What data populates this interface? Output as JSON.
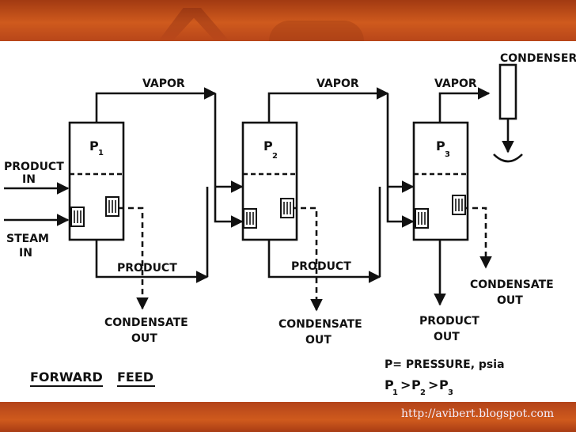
{
  "diagram": {
    "labels": {
      "vapor": "VAPOR",
      "condenser": "CONDENSER",
      "product_in_1": "PRODUCT",
      "product_in_2": "IN",
      "steam_in_1": "STEAM",
      "steam_in_2": "IN",
      "product": "PRODUCT",
      "condensate": "CONDENSATE",
      "out": "OUT",
      "p_letter": "P",
      "sub1": "1",
      "sub2": "2",
      "sub3": "3",
      "forward_feed_1": "FORWARD",
      "forward_feed_2": "FEED",
      "legend_line1": "P= PRESSURE, psia",
      "legend_gt": ">"
    }
  },
  "footer": {
    "url": "http://avibert.blogspot.com"
  },
  "colors": {
    "band": "#cf5a1d",
    "ink": "#111111",
    "url_text": "#f4f0ff"
  }
}
